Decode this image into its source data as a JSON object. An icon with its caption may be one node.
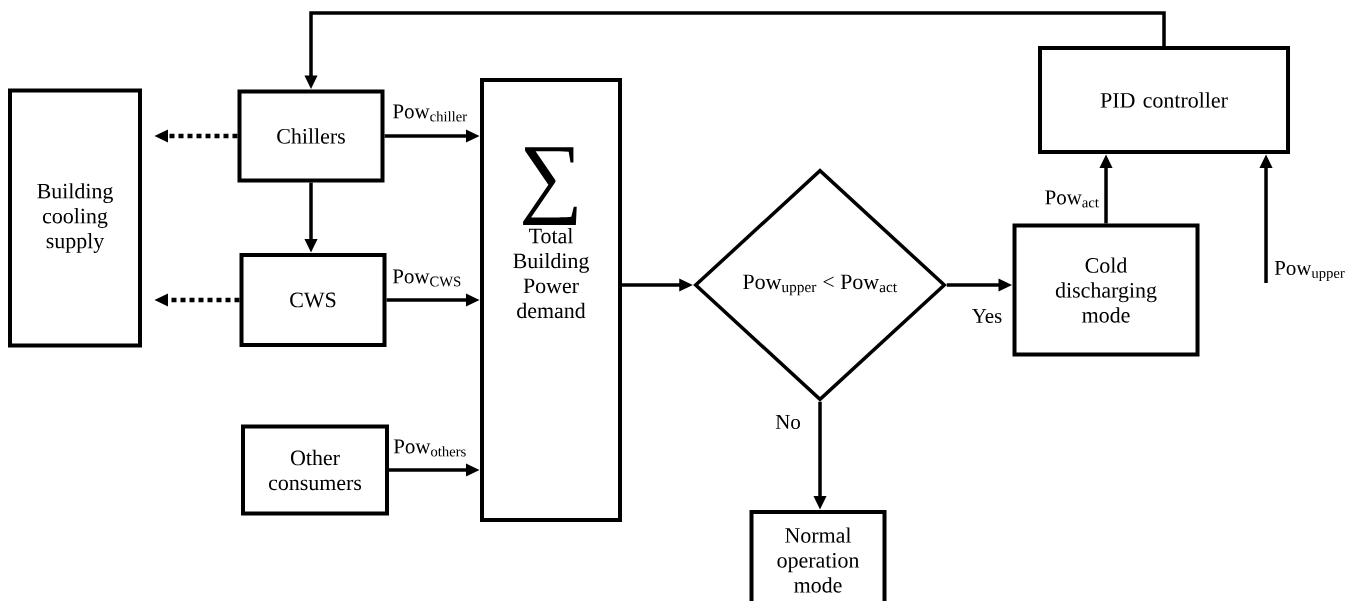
{
  "diagram": {
    "nodes": [
      {
        "text": [
          "Building cooling supply"
        ]
      },
      {
        "text": [
          "Chillers"
        ]
      },
      {
        "text": [
          "CWS"
        ]
      },
      {
        "text": [
          "Other consumers"
        ]
      },
      {
        "text": [
          "∑",
          "Total Building Power demand"
        ]
      },
      {
        "text": [
          "Pow$_{upper}$ < Pow$_{act}$"
        ]
      },
      {
        "text": [
          "Cold discharging mode"
        ]
      },
      {
        "text": [
          "PID controller"
        ]
      },
      {
        "text": [
          "Normal operation mode"
        ]
      }
    ],
    "edges": [
      {
        "from": 1,
        "to": 0,
        "arrow": "to",
        "style": "dashed"
      },
      {
        "from": 2,
        "to": 0,
        "arrow": "to",
        "style": "dashed"
      },
      {
        "from": 1,
        "to": 2,
        "arrow": "to"
      },
      {
        "from": 1,
        "to": 4,
        "arrow": "to",
        "label": "Pow$_{chiller}$"
      },
      {
        "from": 2,
        "to": 4,
        "arrow": "to",
        "label": "Pow$_{CWS}$"
      },
      {
        "from": 3,
        "to": 4,
        "arrow": "to",
        "label": "Pow$_{others}$"
      },
      {
        "from": 4,
        "to": 5,
        "arrow": "to"
      },
      {
        "from": 5,
        "to": 6,
        "arrow": "to",
        "label": "Yes"
      },
      {
        "from": 5,
        "to": 8,
        "arrow": "to",
        "label": "No"
      },
      {
        "from": 6,
        "to": 7,
        "arrow": "to",
        "label": "Pow$_{act}$"
      },
      {
        "from": null,
        "to": 7,
        "arrow": "to",
        "label": "Pow$_{upper}$"
      },
      {
        "from": 7,
        "to": 1,
        "arrow": "to"
      }
    ]
  }
}
